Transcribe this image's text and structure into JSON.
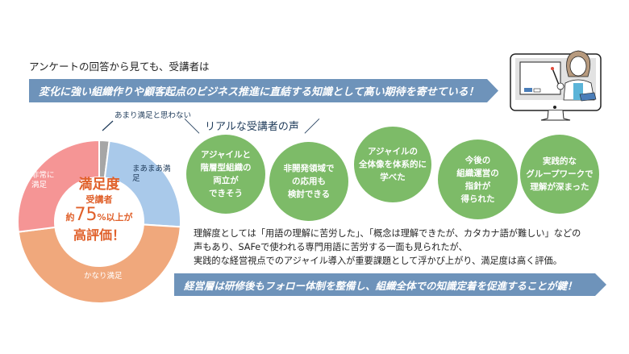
{
  "intro": "アンケートの回答から見ても、受講者は",
  "banner_top": "変化に強い組織作りや顧客起点のビジネス推進に直結する知識として高い期待を寄せている！",
  "chart_data": {
    "type": "pie",
    "donut": true,
    "categories": [
      "あまり満足と思わない",
      "まあまあ満足",
      "かなり満足",
      "非常に満足"
    ],
    "values": [
      2,
      24,
      47,
      27
    ],
    "colors": [
      "#a6a6a6",
      "#a9c9ea",
      "#f0a87c",
      "#f59595"
    ],
    "center_text": {
      "title": "満足度",
      "line1": "受講者",
      "prefix": "約",
      "number": "75",
      "suffix": "%以上が",
      "line3": "高評価！"
    }
  },
  "voices": {
    "heading": "リアルな受講者の声",
    "items": [
      "アジャイルと\n階層型組織の\n両立が\nできそう",
      "非開発領域で\nの応用も\n検討できる",
      "アジャイルの\n全体像を体系的に\n学べた",
      "今後の\n組織運営の\n指針が\n得られた",
      "実践的な\nグループワークで\n理解が深まった"
    ]
  },
  "paragraph": [
    "理解度としては「用語の理解に苦労した」、「概念は理解できたが、カタカナ語が難しい」などの",
    "声もあり、SAFeで使われる専門用語に苦労する一面も見られたが、",
    "実践的な経営視点でのアジャイル導入が重要課題として浮かび上がり、満足度は高く評価。"
  ],
  "banner_bottom": "経営層は研修後もフォロー体制を整備し、組織全体での知識定着を促進することが鍵！",
  "colors": {
    "banner": "#6e93ba",
    "bubble": "#7dbb68",
    "accent": "#e0602a"
  }
}
